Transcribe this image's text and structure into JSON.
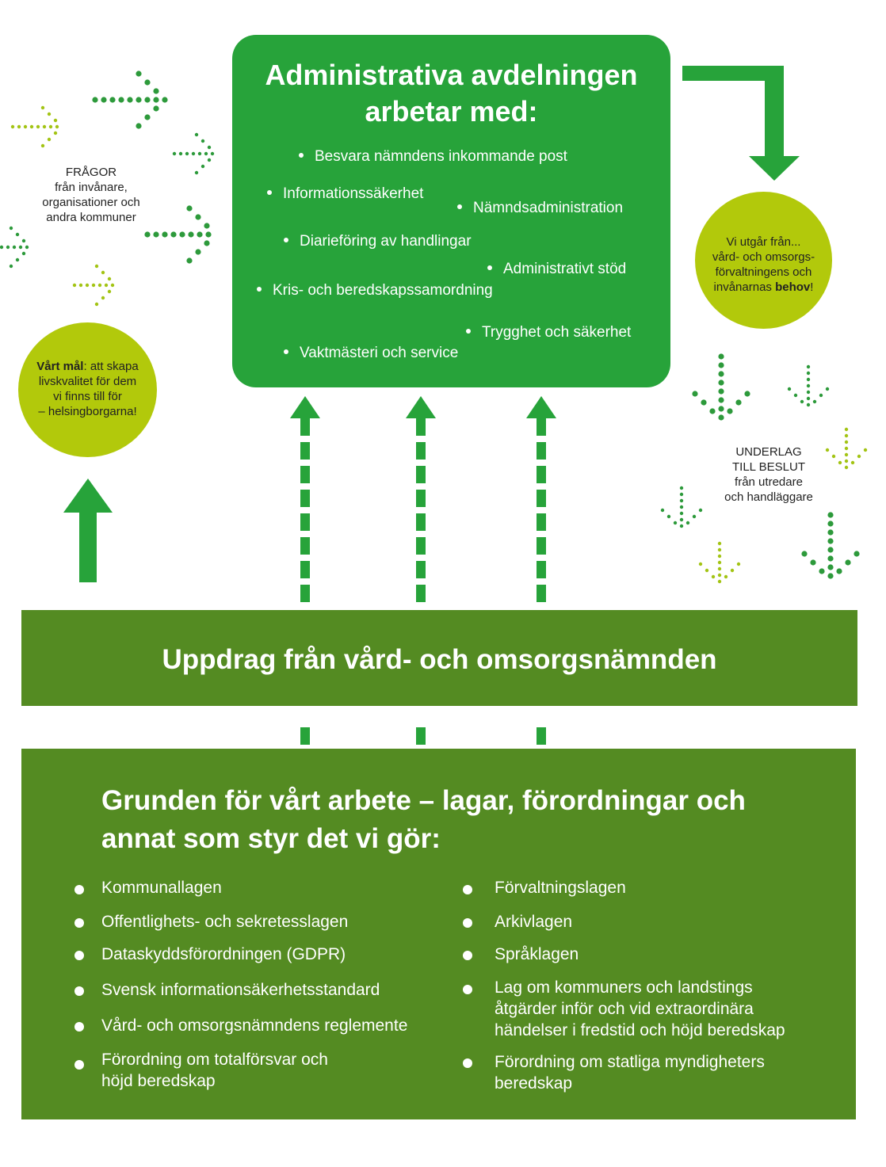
{
  "colors": {
    "bright_green": "#27a33a",
    "dark_green": "#548b22",
    "lime": "#b2c90b",
    "dotted_green": "#2d9a3b",
    "dotted_lime": "#a3c414"
  },
  "top_box": {
    "title_line1": "Administrativa avdelningen",
    "title_line2": "arbetar med:",
    "items": [
      "Besvara nämndens inkommande post",
      "Informationssäkerhet",
      "Nämndsadministration",
      "Diarieföring av handlingar",
      "Administrativt stöd",
      "Kris- och beredskapssamordning",
      "Trygghet och säkerhet",
      "Vaktmästeri och service"
    ]
  },
  "left_input": {
    "line1": "FRÅGOR",
    "line2": "från invånare,",
    "line3": "organisationer och",
    "line4": "andra kommuner"
  },
  "goal_circle": {
    "bold": "Vårt mål",
    "rest1": ": att skapa",
    "line2": "livskvalitet för dem",
    "line3": "vi finns till för",
    "line4": "– helsingborgarna!"
  },
  "needs_circle": {
    "line1": "Vi utgår från...",
    "line2": "vård- och omsorgs-",
    "line3": "förvaltningens och",
    "line4_plain": "invånarnas ",
    "line4_bold": "behov",
    "line4_end": "!"
  },
  "right_input": {
    "line1": "UNDERLAG",
    "line2": "TILL BESLUT",
    "line3": "från utredare",
    "line4": "och handläggare"
  },
  "band": {
    "title": "Uppdrag från vård- och omsorgsnämnden"
  },
  "foundation": {
    "title_line1": "Grunden för vårt arbete – lagar, förordningar och",
    "title_line2": "annat som styr det vi gör:",
    "left": [
      {
        "l1": "Kommunallagen"
      },
      {
        "l1": "Offentlighets- och sekretesslagen"
      },
      {
        "l1": "Dataskyddsförordningen (GDPR)"
      },
      {
        "l1": "Svensk informationsäkerhetsstandard"
      },
      {
        "l1": "Vård- och omsorgsnämndens reglemente"
      },
      {
        "l1": "Förordning om totalförsvar och",
        "l2": "höjd beredskap"
      }
    ],
    "right": [
      {
        "l1": "Förvaltningslagen"
      },
      {
        "l1": "Arkivlagen"
      },
      {
        "l1": "Språklagen"
      },
      {
        "l1": "Lag om kommuners och landstings",
        "l2": "åtgärder inför och vid extraordinära",
        "l3": "händelser i fredstid och höjd beredskap"
      },
      {
        "l1": "Förordning om statliga myndigheters",
        "l2": "beredskap"
      }
    ]
  }
}
